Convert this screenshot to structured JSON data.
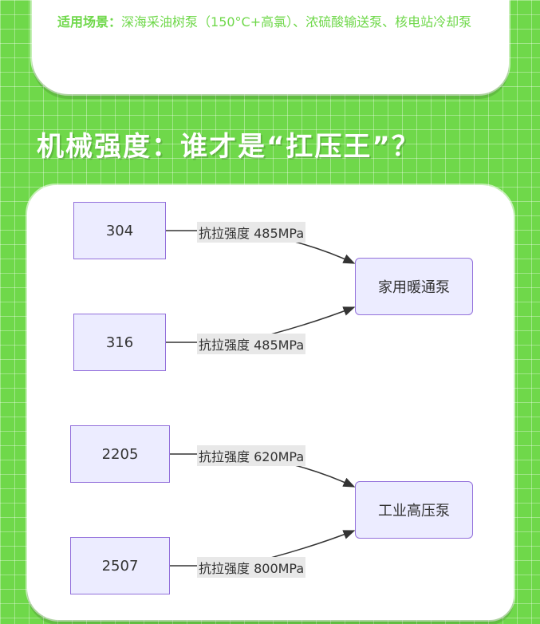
{
  "scenario": {
    "label": "适用场景：",
    "text": "深海采油树泵（150°C+高氯）、浓硫酸输送泵、核电站冷却泵"
  },
  "section_title": "机械强度：谁才是“扛压王”？",
  "diagram": {
    "materials": [
      {
        "id": "m304",
        "label": "304"
      },
      {
        "id": "m316",
        "label": "316"
      },
      {
        "id": "m2205",
        "label": "2205"
      },
      {
        "id": "m2507",
        "label": "2507"
      }
    ],
    "targets": [
      {
        "id": "home",
        "label": "家用暖通泵"
      },
      {
        "id": "industrial",
        "label": "工业高压泵"
      }
    ],
    "edges": [
      {
        "from": "m304",
        "to": "home",
        "label": "抗拉强度 485MPa"
      },
      {
        "from": "m316",
        "to": "home",
        "label": "抗拉强度 485MPa"
      },
      {
        "from": "m2205",
        "to": "industrial",
        "label": "抗拉强度 620MPa"
      },
      {
        "from": "m2507",
        "to": "industrial",
        "label": "抗拉强度 800MPa"
      }
    ],
    "colors": {
      "node_fill": "#ececff",
      "node_border": "#9370db",
      "edge": "#333333",
      "label_bg": "#e8e8e8"
    }
  }
}
